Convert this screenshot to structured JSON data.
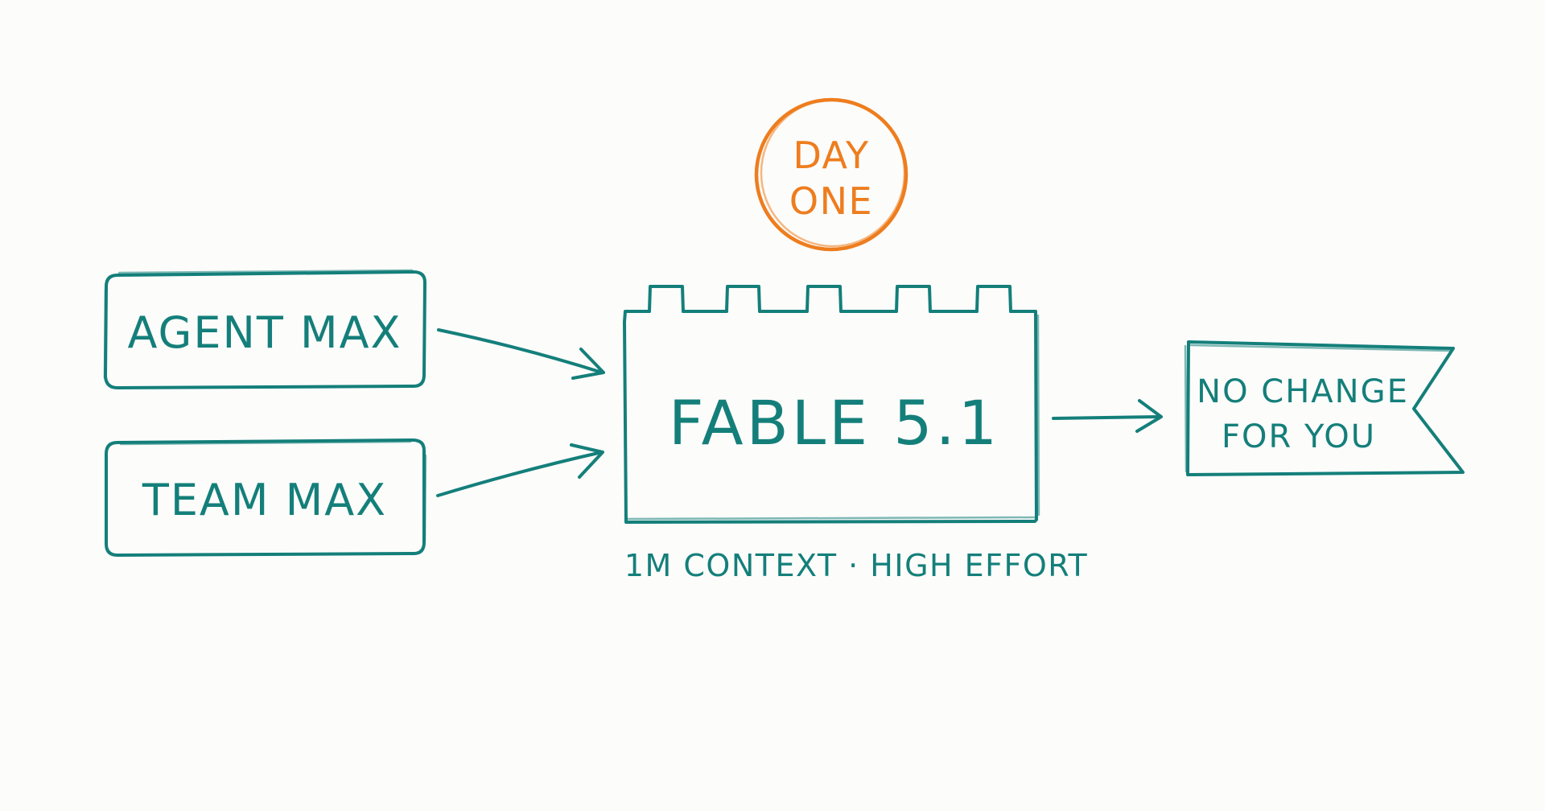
{
  "nodes": {
    "agent_max": {
      "label": "AGENT MAX"
    },
    "team_max": {
      "label": "TEAM MAX"
    },
    "core": {
      "label": "FABLE 5.1",
      "caption": "1M CONTEXT · HIGH EFFORT"
    },
    "badge": {
      "line1": "DAY",
      "line2": "ONE"
    },
    "result": {
      "line1": "NO CHANGE",
      "line2": "FOR YOU"
    }
  },
  "edges": [
    {
      "from": "AGENT MAX",
      "to": "FABLE 5.1"
    },
    {
      "from": "TEAM MAX",
      "to": "FABLE 5.1"
    },
    {
      "from": "FABLE 5.1",
      "to": "NO CHANGE FOR YOU"
    }
  ],
  "colors": {
    "ink": "#147f7a",
    "accent": "#ee7d1e",
    "background": "#fcfcfb"
  }
}
